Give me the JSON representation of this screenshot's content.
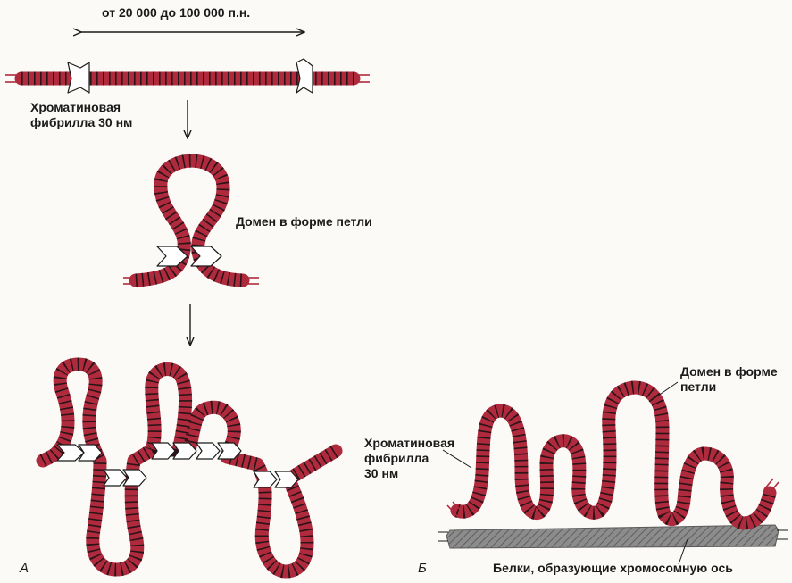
{
  "labels": {
    "length_range": "от 20 000 до 100 000 п.н.",
    "fiber_top_line1": "Хроматиновая",
    "fiber_top_line2": "фибрилла 30 нм",
    "loop_domain_middle": "Домен в форме петли",
    "loop_domain_right_line1": "Домен в форме",
    "loop_domain_right_line2": "петли",
    "fiber_right_line1": "Хроматиновая",
    "fiber_right_line2": "фибрилла",
    "fiber_right_line3": "30 нм",
    "scaffold_proteins": "Белки, образующие хромосомную ось",
    "panel_a": "А",
    "panel_b": "Б"
  },
  "colors": {
    "fiber": "#b02a3e",
    "fiber_stripe": "#2a1418",
    "scaffold": "#8c8c8c",
    "clamp_fill": "#ffffff",
    "ink": "#1a1a1a"
  }
}
